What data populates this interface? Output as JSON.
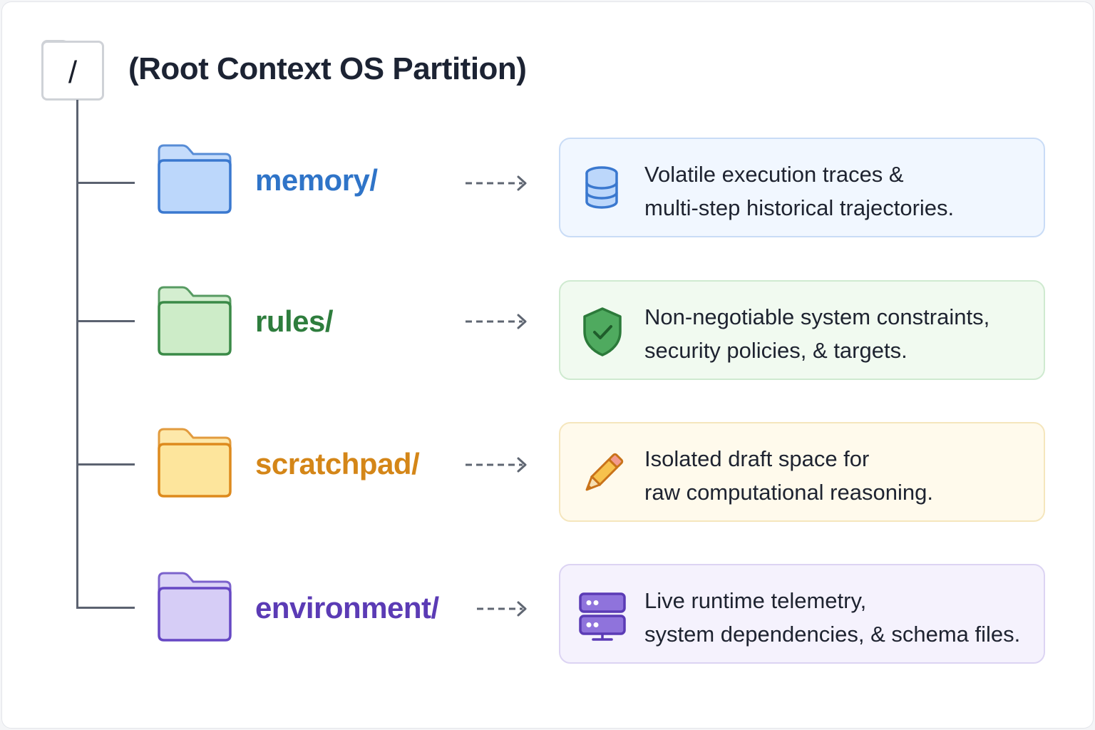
{
  "root": {
    "symbol": "/",
    "title": "(Root Context OS Partition)"
  },
  "entries": [
    {
      "name": "memory/",
      "color": "#2f74c8",
      "folder_fill": "#bcd7fb",
      "folder_stroke": "#3a78cf",
      "card_bg": "#f1f7ff",
      "card_border": "#c9dcf6",
      "icon": "database-icon",
      "description_lines": [
        "Volatile execution traces &",
        "multi-step historical trajectories."
      ]
    },
    {
      "name": "rules/",
      "color": "#2e7d3d",
      "folder_fill": "#cdecc8",
      "folder_stroke": "#3a8a47",
      "card_bg": "#f1faf0",
      "card_border": "#cfead0",
      "icon": "shield-check-icon",
      "description_lines": [
        "Non-negotiable system constraints,",
        "security policies, & targets."
      ]
    },
    {
      "name": "scratchpad/",
      "color": "#d48618",
      "folder_fill": "#fde59c",
      "folder_stroke": "#dd8a1d",
      "card_bg": "#fffaec",
      "card_border": "#f5e6bd",
      "icon": "pencil-icon",
      "description_lines": [
        "Isolated draft space for",
        "raw computational reasoning."
      ]
    },
    {
      "name": "environment/",
      "color": "#5b3bb5",
      "folder_fill": "#d6cdf6",
      "folder_stroke": "#6648c4",
      "card_bg": "#f5f2fd",
      "card_border": "#dcd4f3",
      "icon": "server-icon",
      "description_lines": [
        "Live runtime telemetry,",
        "system dependencies, & schema files."
      ]
    }
  ]
}
